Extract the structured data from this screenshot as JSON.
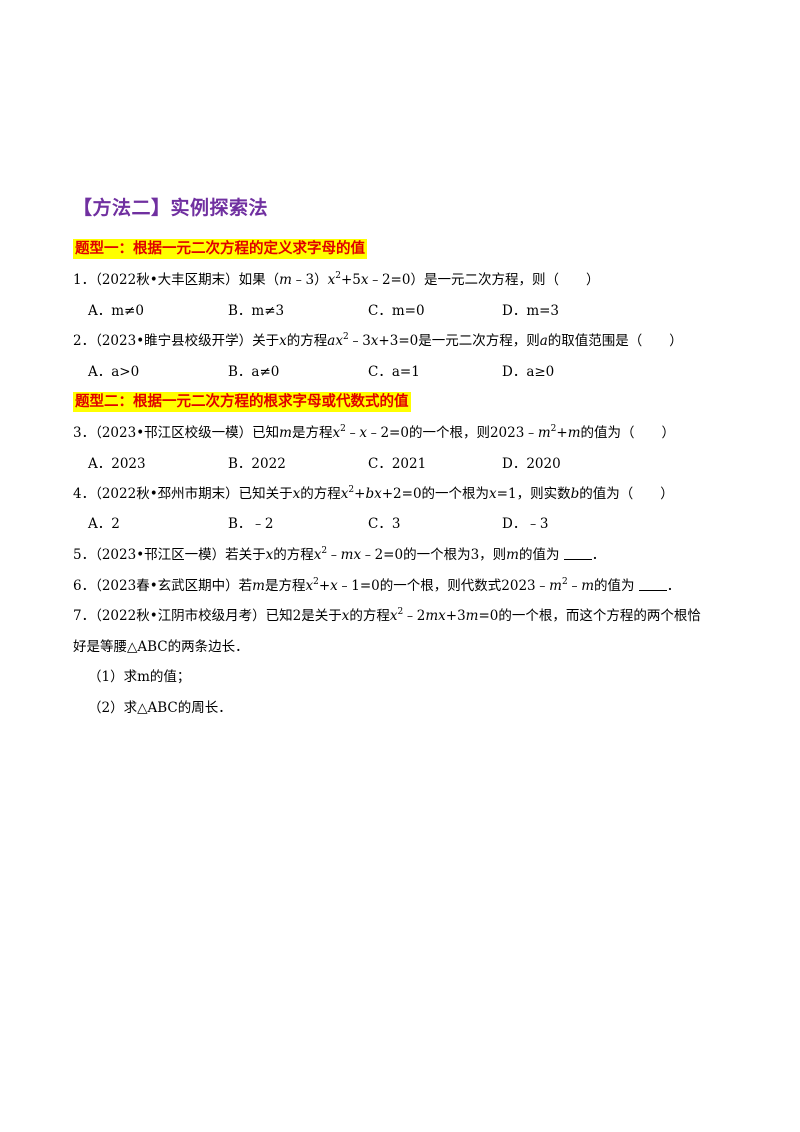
{
  "title": "【方法二】实例探索法",
  "sections": [
    "题型一：根据一元二次方程的定义求字母的值",
    "题型二：根据一元二次方程的根求字母或代数式的值"
  ],
  "q1": {
    "num": "1．",
    "src": "（2022秋•大丰区期末）如果（",
    "tail": "）是一元二次方程，则（　　）",
    "options": [
      "A．m≠0",
      "B．m≠3",
      "C．m=0",
      "D．m=3"
    ]
  },
  "q2": {
    "num": "2．",
    "src": "（2023•睢宁县校级开学）关于",
    "mid": "的方程",
    "tail": "是一元二次方程，则",
    "end": "的取值范围是（　　）",
    "options": [
      "A．a>0",
      "B．a≠0",
      "C．a=1",
      "D．a≥0"
    ]
  },
  "q3": {
    "num": "3．",
    "src": "（2023•邗江区校级一模）已知",
    "mid": "是方程",
    "tail": "的一个根，则",
    "end": "的值为（　　）",
    "options": [
      "A．2023",
      "B．2022",
      "C．2021",
      "D．2020"
    ]
  },
  "q4": {
    "num": "4．",
    "src": "（2022秋•邳州市期末）已知关于",
    "mid": "的方程",
    "tail": "的一个根为",
    "end": "，则实数",
    "end2": "的值为（　　）",
    "options": [
      "A．2",
      "B．﹣2",
      "C．3",
      "D．﹣3"
    ]
  },
  "q5": {
    "num": "5．",
    "src": "（2023•邗江区一模）若关于",
    "mid": "的方程",
    "tail": "的一个根为3，则",
    "end": "的值为",
    "end2": "．"
  },
  "q6": {
    "num": "6．",
    "src": "（2023春•玄武区期中）若",
    "mid": "是方程",
    "tail": "的一个根，则代数式",
    "end": "的值为",
    "end2": "．"
  },
  "q7": {
    "num": "7．",
    "src": "（2022秋•江阴市校级月考）已知2是关于",
    "mid": "的方程",
    "tail": "的一个根，而这个方程的两个根恰",
    "line2": "好是等腰△ABC的两条边长．",
    "part1": "（1）求m的值；",
    "part2": "（2）求△ABC的周长．"
  }
}
